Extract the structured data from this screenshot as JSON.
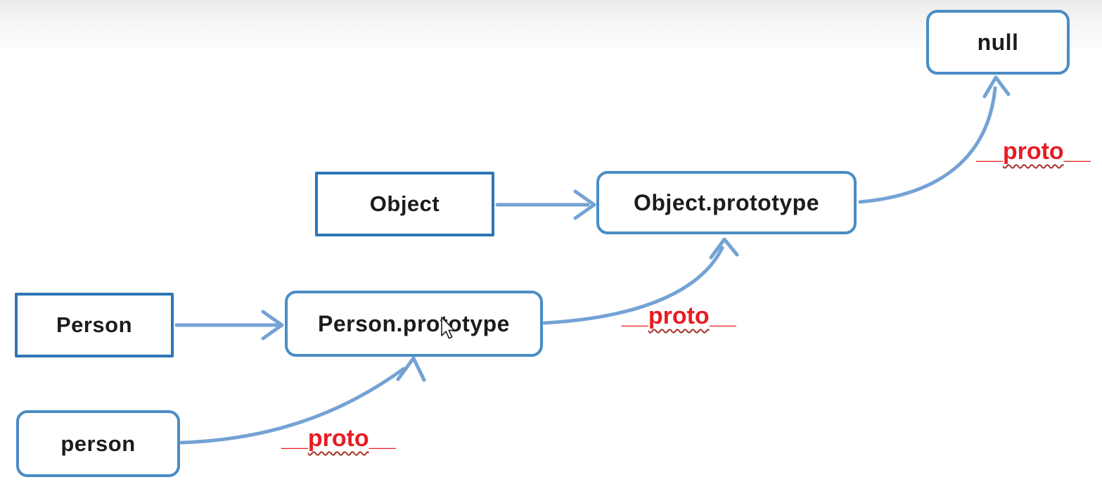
{
  "nodes": {
    "object": {
      "label": "Object"
    },
    "object_prototype": {
      "label": "Object.prototype"
    },
    "null_node": {
      "label": "null"
    },
    "person_class": {
      "label": "Person"
    },
    "person_prototype": {
      "label": "Person.prototype"
    },
    "person_instance": {
      "label": "person"
    }
  },
  "proto_labels": {
    "person_to_person_prototype": {
      "prefix": "__",
      "word": "proto",
      "suffix": "__"
    },
    "person_prototype_to_object_prototype": {
      "prefix": "__",
      "word": "proto",
      "suffix": "__"
    },
    "object_prototype_to_null": {
      "prefix": "__",
      "word": "proto",
      "suffix": "__"
    }
  },
  "edges": [
    {
      "from": "Person",
      "to": "Person.prototype",
      "label": ""
    },
    {
      "from": "Object",
      "to": "Object.prototype",
      "label": ""
    },
    {
      "from": "person",
      "to": "Person.prototype",
      "label": "__proto__"
    },
    {
      "from": "Person.prototype",
      "to": "Object.prototype",
      "label": "__proto__"
    },
    {
      "from": "Object.prototype",
      "to": "null",
      "label": "__proto__"
    }
  ],
  "colors": {
    "square_box_border": "#2e75b6",
    "rounded_box_border": "#4a8cc5",
    "arrow": "#74a2d4",
    "proto_label_red": "#e81b23",
    "squiggle_red": "#a83228",
    "node_text": "#1c1c1c"
  },
  "icons": {
    "cursor": "mouse-pointer"
  }
}
